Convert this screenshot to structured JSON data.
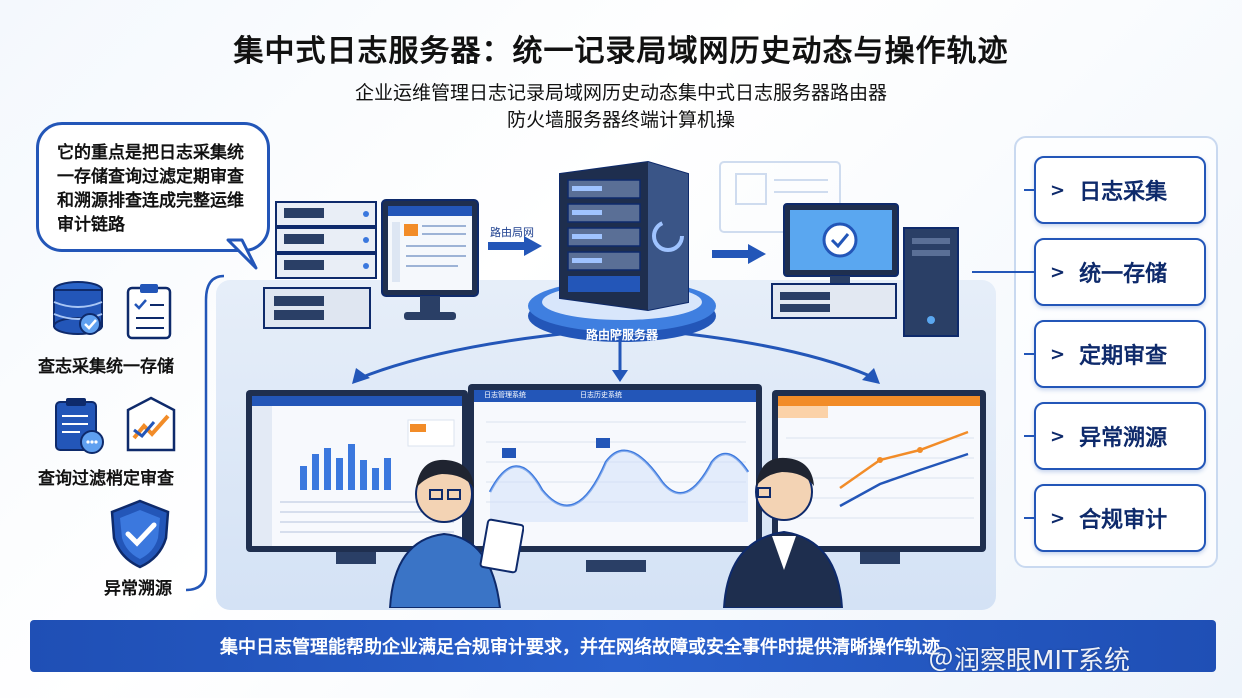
{
  "title": "集中式日志服务器：统一记录局域网历史动态与操作轨迹",
  "subtitle_line1": "企业运维管理日志记录局域网历史动态集中式日志服务器路由器",
  "subtitle_line2": "防火墙服务器终端计算机操",
  "bubble_text": "它的重点是把日志采集统一存储查询过滤定期审查和溯源排查连成完整运维审计链路",
  "left_features": [
    {
      "label": "查志采集统一存储",
      "icon": "database-icon"
    },
    {
      "label": "查询过滤梢定审查",
      "icon": "clipboard-chart-icon"
    },
    {
      "label": "异常溯源",
      "icon": "shield-check-icon"
    }
  ],
  "right_items": [
    {
      "label": "日志采集"
    },
    {
      "label": "统一存储"
    },
    {
      "label": "定期审查"
    },
    {
      "label": "异常溯源"
    },
    {
      "label": "合规审计"
    }
  ],
  "flow_label_left": "路由局网",
  "central_platform_label": "路由陪服务器",
  "monitor_left_header": "日志管理系统",
  "monitor_center_header": "日志历史系统",
  "bottom_text": "集中日志管理能帮助企业满足合规审计要求，并在网络故障或安全事件时提供清晰操作轨迹",
  "watermark": "＠润察眼MIT系统",
  "colors": {
    "primary": "#2356b8",
    "dark": "#0e2a6b",
    "bar": "#1f4fb5",
    "accent_orange": "#f28c28"
  }
}
